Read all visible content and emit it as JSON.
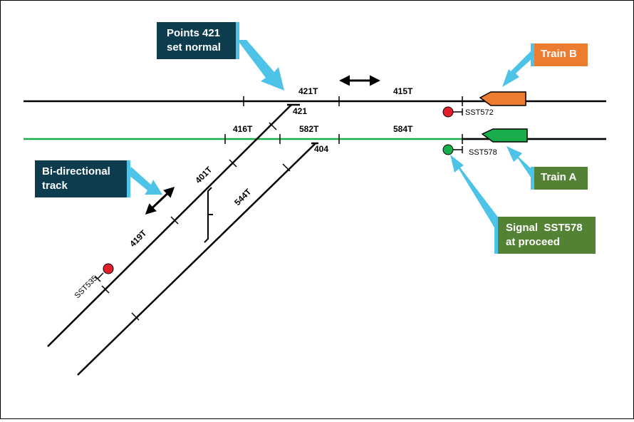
{
  "colors": {
    "track": "#000000",
    "track_active": "#1aad4b",
    "signal_red": "#e3202a",
    "signal_green": "#1aad4b",
    "train_a": "#1aad4b",
    "train_b": "#ec7c30",
    "callout_dark": "#0d3c4f",
    "callout_green": "#548235",
    "callout_orange": "#ec7c30",
    "pointer_arrow": "#4ec3e8"
  },
  "track_sections": {
    "t421": "421T",
    "t415": "415T",
    "t416": "416T",
    "t582": "582T",
    "t584": "584T",
    "t401": "401T",
    "t419": "419T",
    "t544": "544T"
  },
  "points": {
    "p421": "421",
    "p404": "404"
  },
  "signals": {
    "sst572": {
      "label": "SST572",
      "aspect": "red"
    },
    "sst578": {
      "label": "SST578",
      "aspect": "green"
    },
    "sst535": {
      "label": "SST535",
      "aspect": "red"
    }
  },
  "callouts": {
    "points_421": {
      "line1": "Points 421",
      "line2": "set normal"
    },
    "train_b": {
      "text": "Train B"
    },
    "train_a": {
      "text": "Train A"
    },
    "bi_directional": {
      "line1": "Bi-directional",
      "line2": "track"
    },
    "signal_sst578": {
      "line1": "Signal  SST578",
      "line2": "at proceed"
    }
  },
  "icons": {
    "bidirectional_main": "double-headed-arrow-icon",
    "bidirectional_branch": "double-headed-arrow-icon"
  }
}
